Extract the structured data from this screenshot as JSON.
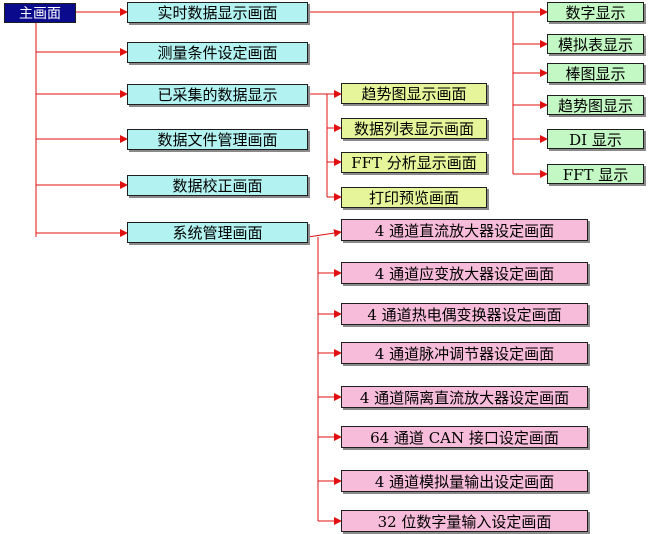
{
  "root": {
    "label": "主画面"
  },
  "level1": [
    {
      "label": "实时数据显示画面"
    },
    {
      "label": "测量条件设定画面"
    },
    {
      "label": "已采集的数据显示"
    },
    {
      "label": "数据文件管理画面"
    },
    {
      "label": "数据校正画面"
    },
    {
      "label": "系统管理画面"
    }
  ],
  "realtime_children": [
    {
      "label": "数字显示"
    },
    {
      "label": "模拟表显示"
    },
    {
      "label": "棒图显示"
    },
    {
      "label": "趋势图显示"
    },
    {
      "label": "DI 显示"
    },
    {
      "label": "FFT 显示"
    }
  ],
  "collected_children": [
    {
      "label": "趋势图显示画面"
    },
    {
      "label": "数据列表显示画面"
    },
    {
      "label": "FFT 分析显示画面"
    },
    {
      "label": "打印预览画面"
    }
  ],
  "system_children": [
    {
      "label": "4 通道直流放大器设定画面"
    },
    {
      "label": "4 通道应变放大器设定画面"
    },
    {
      "label": "4 通道热电偶变换器设定画面"
    },
    {
      "label": "4 通道脉冲调节器设定画面"
    },
    {
      "label": "4 通道隔离直流放大器设定画面"
    },
    {
      "label": "64 通道 CAN 接口设定画面"
    },
    {
      "label": "4 通道模拟量输出设定画面"
    },
    {
      "label": "32 位数字量输入设定画面"
    }
  ],
  "colors": {
    "connector": "#e01010",
    "root_fill": "#0a0a8c",
    "level1_fill": "#b2f2f0",
    "realtime_fill": "#c3f7c3",
    "collected_fill": "#e6f59a",
    "system_fill": "#f7bcd9"
  }
}
